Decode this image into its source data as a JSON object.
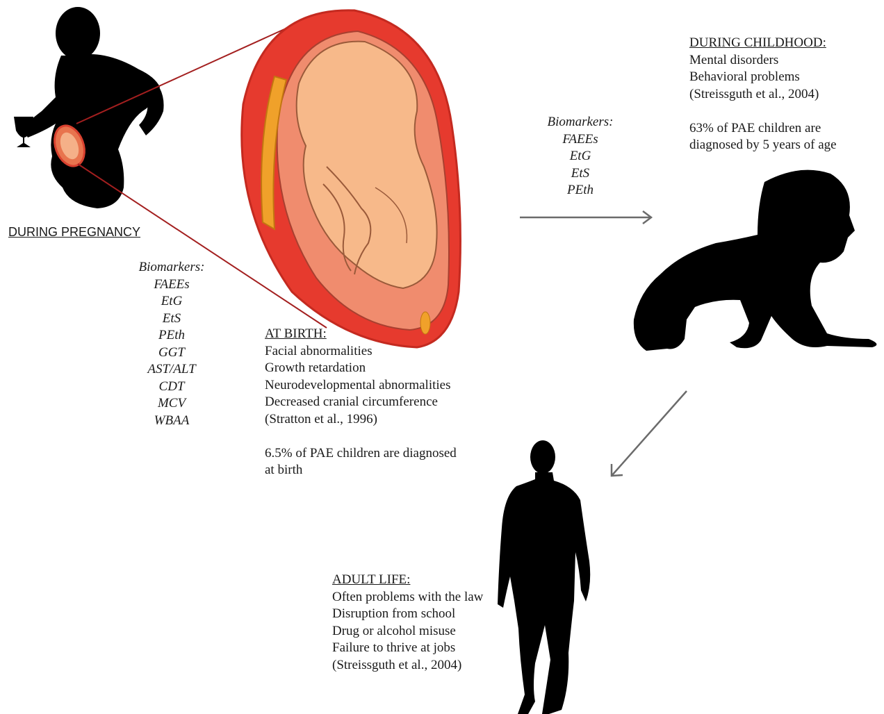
{
  "pregnancy": {
    "heading": "DURING PREGNANCY",
    "biomarkers_title": "Biomarkers:",
    "biomarkers": [
      "FAEEs",
      "EtG",
      "EtS",
      "PEth",
      "GGT",
      "AST/ALT",
      "CDT",
      "MCV",
      "WBAA"
    ]
  },
  "birth": {
    "heading": "AT BIRTH:",
    "effects": [
      "Facial abnormalities",
      "Growth retardation",
      "Neurodevelopmental abnormalities",
      "Decreased cranial circumference",
      "(Stratton et al., 1996)"
    ],
    "stat_line1": "6.5% of PAE children are diagnosed",
    "stat_line2": "at birth"
  },
  "transition": {
    "biomarkers_title": "Biomarkers:",
    "biomarkers": [
      "FAEEs",
      "EtG",
      "EtS",
      "PEth"
    ]
  },
  "childhood": {
    "heading": "DURING CHILDHOOD:",
    "effects": [
      "Mental disorders",
      "Behavioral problems",
      "(Streissguth et al., 2004)"
    ],
    "stat_line1": "63% of PAE children are",
    "stat_line2": "diagnosed by 5 years of age"
  },
  "adult": {
    "heading": "ADULT LIFE:",
    "effects": [
      "Often problems with the law",
      "Disruption from school",
      "Drug or alcohol misuse",
      "Failure to thrive at jobs",
      "(Streissguth et al., 2004)"
    ]
  },
  "colors": {
    "silhouette": "#000000",
    "uterus": "#e63a2e",
    "amnion": "#f08c6e",
    "fetus": "#f7b98a",
    "placenta": "#f0a12a",
    "arrow": "#6b6b6b"
  }
}
